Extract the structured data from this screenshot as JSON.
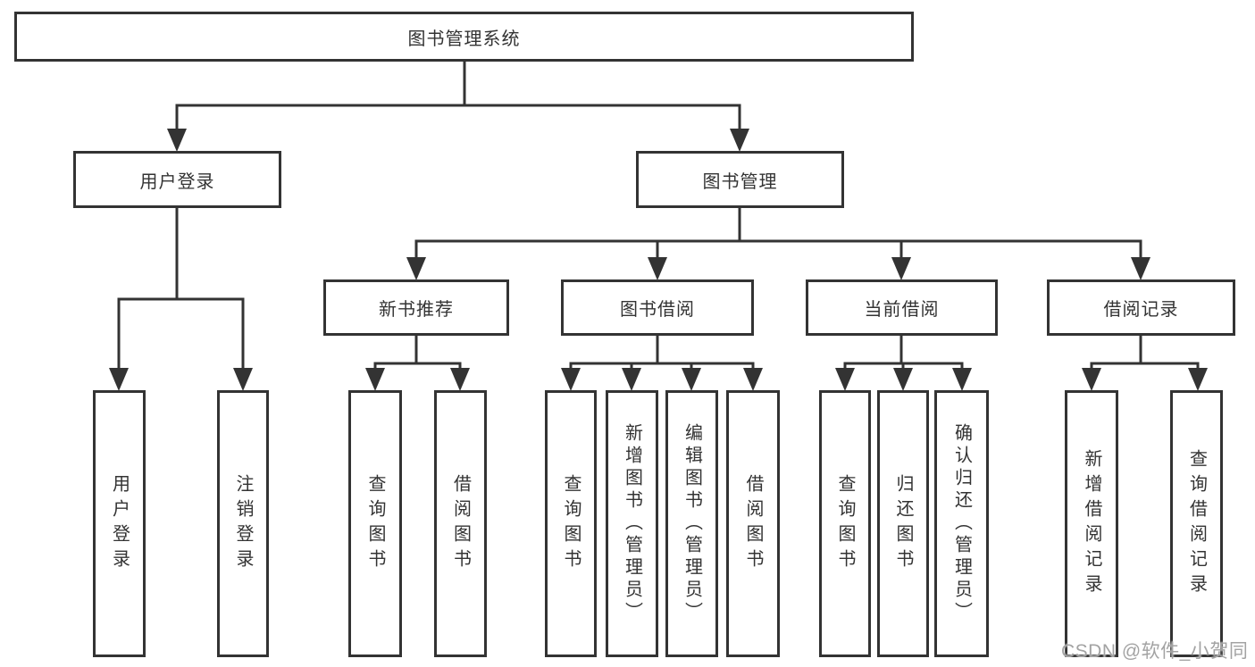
{
  "diagram_title": "图书管理系统",
  "nodes": {
    "root": "图书管理系统",
    "user_login": "用户登录",
    "book_mgmt": "图书管理",
    "new_book_rec": "新书推荐",
    "book_borrow": "图书借阅",
    "current_borrow": "当前借阅",
    "borrow_records": "借阅记录",
    "ul_user_login": "用户登录",
    "ul_logout": "注销登录",
    "nb_query_books": "查询图书",
    "nb_borrow_books": "借阅图书",
    "bb_query_books": "查询图书",
    "bb_add_books": "新增图书（管理员）",
    "bb_edit_books": "编辑图书（管理员）",
    "bb_borrow_books": "借阅图书",
    "cb_query_books": "查询图书",
    "cb_return_books": "归还图书",
    "cb_confirm_return": "确认归还（管理员）",
    "br_add_record": "新增借阅记录",
    "br_query_record": "查询借阅记录"
  },
  "watermark": "CSDN @软件_小贺同学",
  "colors": {
    "line": "#333333",
    "text": "#333333",
    "box_background": "#ffffff",
    "watermark": "#a3a3a3"
  }
}
